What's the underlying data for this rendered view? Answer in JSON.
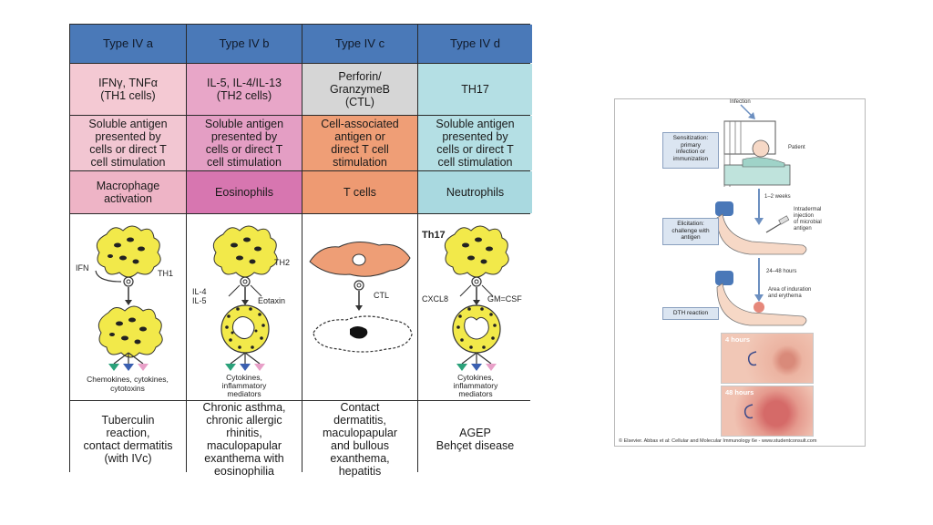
{
  "table": {
    "headers": [
      "Type IV a",
      "Type IV b",
      "Type IV c",
      "Type IV d"
    ],
    "cytokines": [
      "IFNγ, TNFα\n(TH1 cells)",
      "IL-5, IL-4/IL-13\n(TH2 cells)",
      "Perforin/\nGranzymeB\n(CTL)",
      "TH17"
    ],
    "antigen": [
      "Soluble antigen\npresented by\ncells or direct T\ncell stimulation",
      "Soluble antigen\npresented by\ncells or direct T\ncell stimulation",
      "Cell-associated\nantigen or\ndirect T cell\nstimulation",
      "Soluble antigen\npresented by\ncells or direct T\ncell stimulation"
    ],
    "effector": [
      "Macrophage\nactivation",
      "Eosinophils",
      "T cells",
      "Neutrophils"
    ],
    "illustration_labels": {
      "a_ifn": "IFN",
      "a_th1": "TH1",
      "a_out": "Chemokines, cytokines,",
      "a_out2": "cytotoxins",
      "b_th2": "TH2",
      "b_il4": "IL-4",
      "b_il5": "IL-5",
      "b_eotaxin": "Eotaxin",
      "b_out": "Cytokines,",
      "b_out2": "inflammatory",
      "b_out3": "mediators",
      "c_ctl": "CTL",
      "d_th17": "Th17",
      "d_cxcl8": "CXCL8",
      "d_gmcsf": "GM=CSF",
      "d_out": "Cytokines,",
      "d_out2": "inflammatory",
      "d_out3": "mediators"
    },
    "diseases": [
      "Tuberculin\nreaction,\ncontact dermatitis\n(with IVc)",
      "Chronic asthma,\nchronic allergic\nrhinitis,\nmaculopapular\nexanthema with\neosinophilia",
      "Contact\ndermatitis,\nmaculopapular\nand bullous\nexanthema,\nhepatitis",
      "AGEP\nBehçet disease"
    ]
  },
  "figure": {
    "infection": "Infection",
    "patient": "Patient",
    "sensitization": "Sensitization:\nprimary\ninfection or\nimmunization",
    "weeks": "1–2 weeks",
    "injection": "Intradermal\ninjection\nof microbial\nantigen",
    "elicitation": "Elicitation:\nchallenge with\nantigen",
    "hours": "24–48 hours",
    "induration": "Area of induration\nand erythema",
    "dth": "DTH reaction",
    "photo1": "4 hours",
    "photo2": "48 hours",
    "credit": "© Elsevier. Abbas et al: Cellular and Molecular Immunology 6e - www.studentconsult.com"
  },
  "colors": {
    "header_blue": "#4a79b8",
    "box_blue": "#dbe5f1",
    "cell_yellow": "#f2e94a",
    "skin": "#f6d8c6",
    "lesion": "#e06a5a"
  }
}
